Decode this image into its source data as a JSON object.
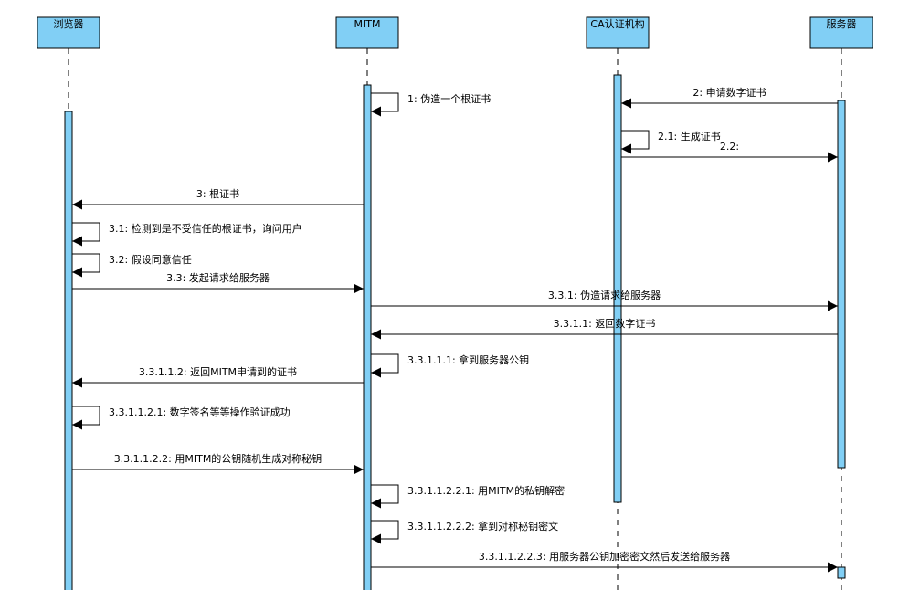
{
  "participants": [
    {
      "name": "浏览器"
    },
    {
      "name": "MITM"
    },
    {
      "name": "CA认证机构"
    },
    {
      "name": "服务器"
    }
  ],
  "messages": [
    {
      "label": "1: 伪造一个根证书",
      "from": 1,
      "to": 1,
      "self": true
    },
    {
      "label": "2: 申请数字证书",
      "from": 3,
      "to": 2
    },
    {
      "label": "2.1: 生成证书",
      "from": 2,
      "to": 2,
      "self": true
    },
    {
      "label": "2.2:",
      "from": 2,
      "to": 3
    },
    {
      "label": "3: 根证书",
      "from": 1,
      "to": 0
    },
    {
      "label": "3.1: 检测到是不受信任的根证书，询问用户",
      "from": 0,
      "to": 0,
      "self": true
    },
    {
      "label": "3.2: 假设同意信任",
      "from": 0,
      "to": 0,
      "self": true
    },
    {
      "label": "3.3: 发起请求给服务器",
      "from": 0,
      "to": 1
    },
    {
      "label": "3.3.1: 伪造请求给服务器",
      "from": 1,
      "to": 3
    },
    {
      "label": "3.3.1.1: 返回数字证书",
      "from": 3,
      "to": 1
    },
    {
      "label": "3.3.1.1.1: 拿到服务器公钥",
      "from": 1,
      "to": 1,
      "self": true
    },
    {
      "label": "3.3.1.1.2: 返回MITM申请到的证书",
      "from": 1,
      "to": 0
    },
    {
      "label": "3.3.1.1.2.1: 数字签名等等操作验证成功",
      "from": 0,
      "to": 0,
      "self": true
    },
    {
      "label": "3.3.1.1.2.2: 用MITM的公钥随机生成对称秘钥",
      "from": 0,
      "to": 1
    },
    {
      "label": "3.3.1.1.2.2.1: 用MITM的私钥解密",
      "from": 1,
      "to": 1,
      "self": true
    },
    {
      "label": "3.3.1.1.2.2.2: 拿到对称秘钥密文",
      "from": 1,
      "to": 1,
      "self": true,
      "color": "#e00000"
    },
    {
      "label": "3.3.1.1.2.2.3: 用服务器公钥加密密文然后发送给服务器",
      "from": 1,
      "to": 3
    }
  ],
  "colors": {
    "box_fill": "#81cff5",
    "line": "#000000",
    "highlight": "#e00000"
  }
}
